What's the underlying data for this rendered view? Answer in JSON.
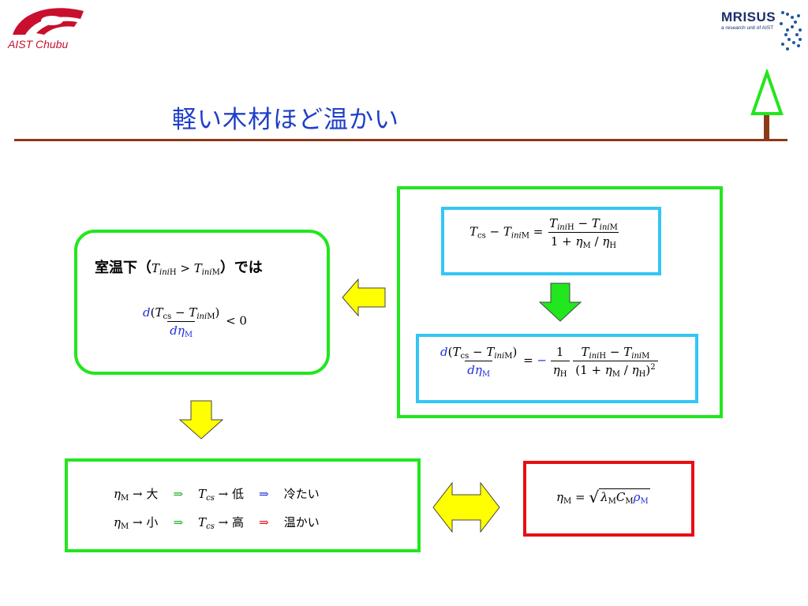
{
  "logos": {
    "left_text": "AIST Chubu",
    "right_brand": "MRISUS",
    "right_sub": "a research unit of AIST"
  },
  "title": "軽い木材ほど温かい",
  "left_box": {
    "heading_prefix": "室温下（",
    "heading_suffix": "）では"
  },
  "bottom_box": {
    "row1": {
      "rhs": "大",
      "result_label": "低",
      "text": "冷たい"
    },
    "row2": {
      "rhs": "小",
      "result_label": "高",
      "text": "温かい"
    }
  },
  "colors": {
    "title": "#1f3fc8",
    "rule": "#8b3a1a",
    "green_box": "#22e61e",
    "cyan_box": "#33c6f4",
    "red_box": "#e60f14",
    "arrow_yellow": "#ffff00",
    "arrow_green": "#22e61e",
    "blue_text": "#1f2fe0",
    "red_implies": "#e60f14",
    "green_implies": "#22aa22"
  },
  "icons": [
    "aist-chubu-logo",
    "mrisus-logo",
    "tree-icon",
    "arrow-left-yellow",
    "arrow-down-green",
    "arrow-down-yellow",
    "double-arrow-yellow"
  ]
}
